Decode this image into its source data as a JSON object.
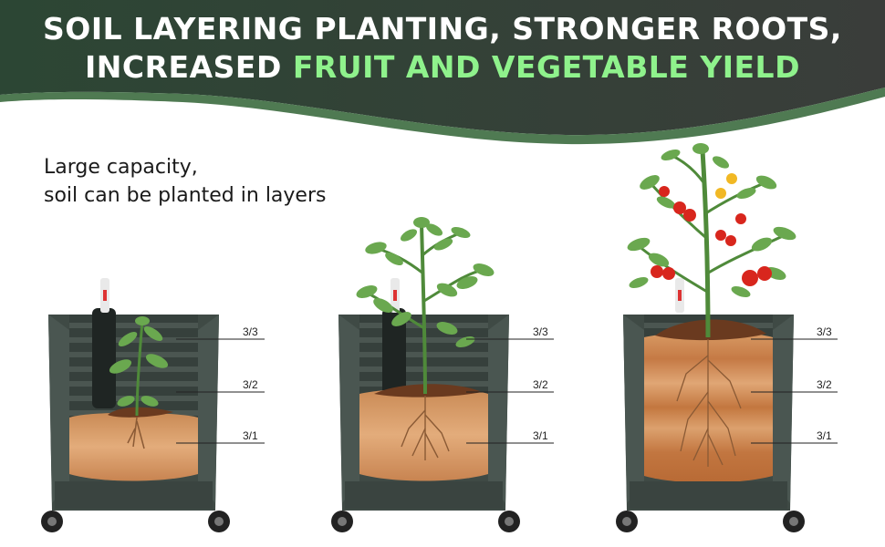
{
  "header": {
    "title_line1": "SOIL LAYERING PLANTING, STRONGER ROOTS,",
    "title_line2_prefix": "INCREASED ",
    "title_line2_highlight": "FRUIT AND VEGETABLE YIELD"
  },
  "caption": {
    "line1": "Large capacity,",
    "line2": "soil can be planted in layers"
  },
  "planters": [
    {
      "stage": "seedling",
      "labels": [
        "3/3",
        "3/2",
        "3/1"
      ]
    },
    {
      "stage": "young-plant",
      "labels": [
        "3/3",
        "3/2",
        "3/1"
      ]
    },
    {
      "stage": "fruiting-tomato",
      "labels": [
        "3/3",
        "3/2",
        "3/1"
      ]
    }
  ],
  "colors": {
    "banner": "#2f4a36",
    "banner_edge": "#4f7a52",
    "highlight": "#8ff28c",
    "planter": "#3e4a45",
    "soil_light": "#d9a06e",
    "soil_dark": "#b8703e"
  }
}
